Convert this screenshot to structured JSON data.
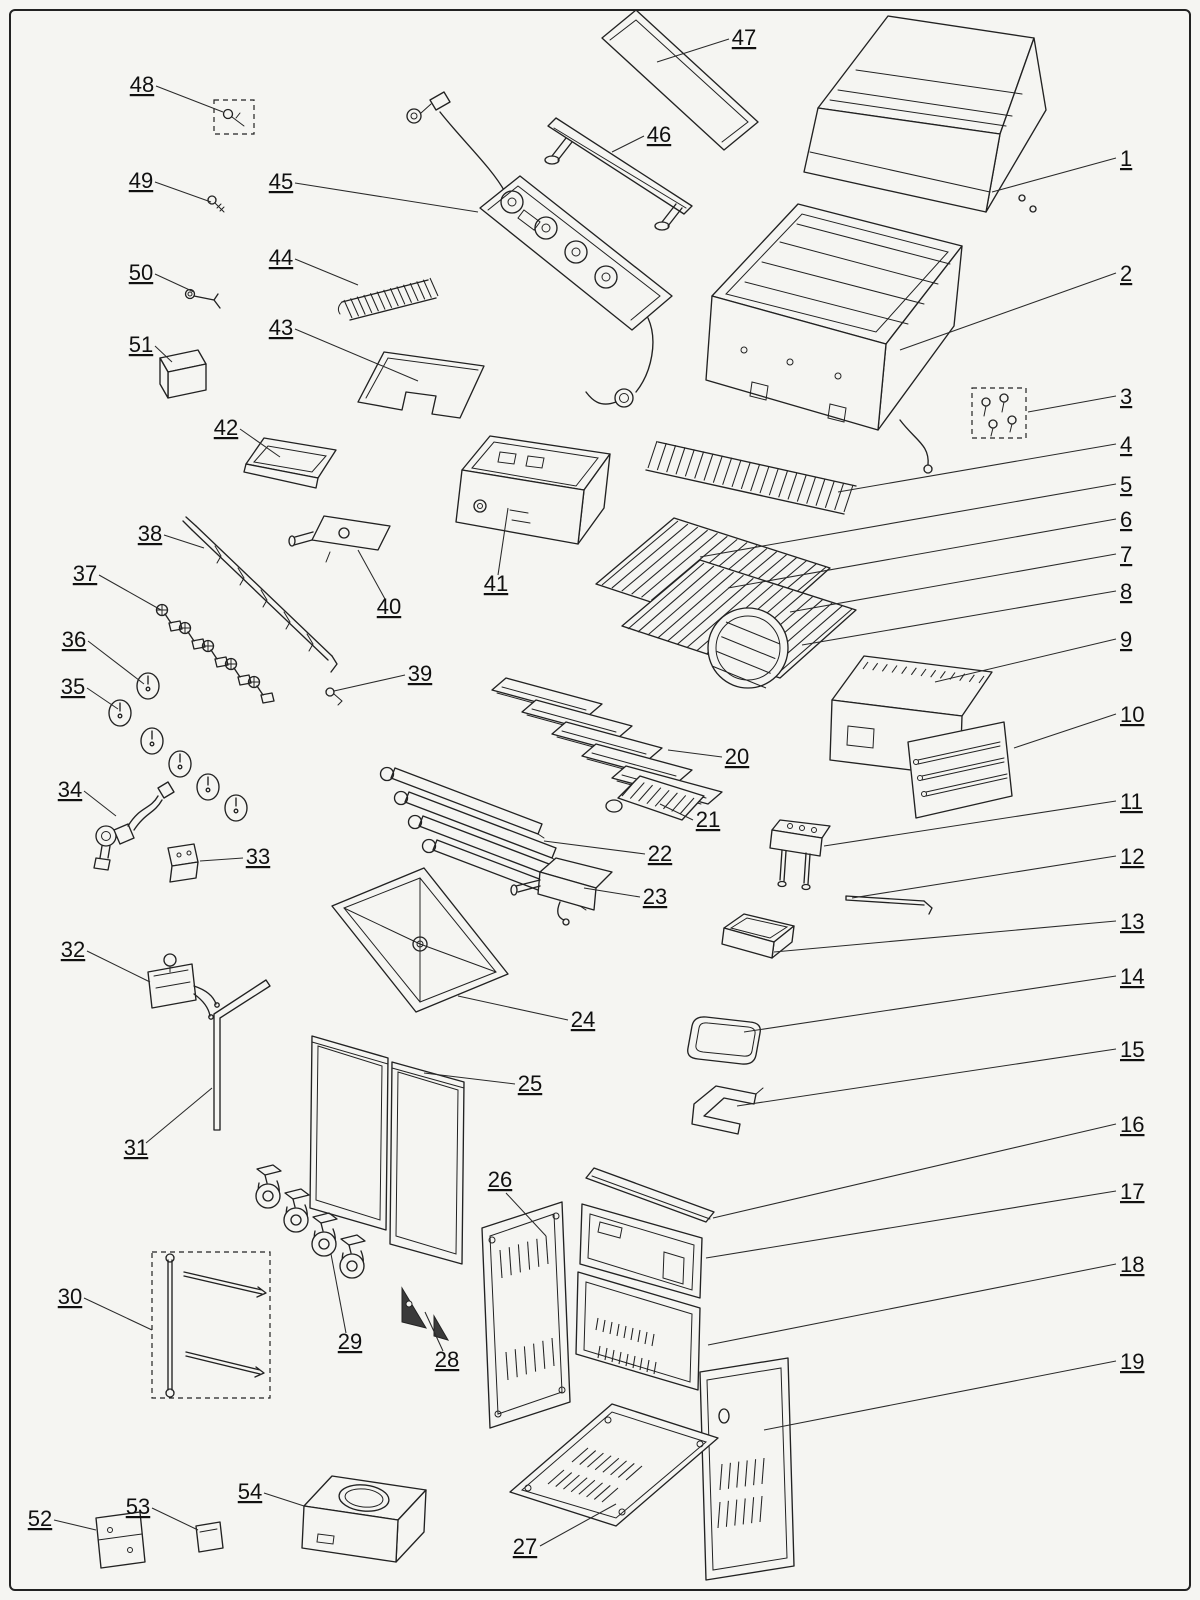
{
  "doc": {
    "kind": "exploded-parts-diagram",
    "subject": "gas grill"
  },
  "style": {
    "ink": "#222222",
    "paper": "#f5f5f2",
    "label_color": "#101010"
  },
  "parts": [
    {
      "num": "1",
      "text": [
        1120,
        166
      ],
      "anchor": "start",
      "line": [
        1116,
        158,
        992,
        192
      ]
    },
    {
      "num": "2",
      "text": [
        1120,
        281
      ],
      "anchor": "start",
      "line": [
        1116,
        273,
        900,
        350
      ]
    },
    {
      "num": "3",
      "text": [
        1120,
        404
      ],
      "anchor": "start",
      "line": [
        1116,
        396,
        1028,
        412
      ]
    },
    {
      "num": "4",
      "text": [
        1120,
        452
      ],
      "anchor": "start",
      "line": [
        1116,
        444,
        838,
        492
      ]
    },
    {
      "num": "5",
      "text": [
        1120,
        492
      ],
      "anchor": "start",
      "line": [
        1116,
        484,
        700,
        557
      ]
    },
    {
      "num": "6",
      "text": [
        1120,
        527
      ],
      "anchor": "start",
      "line": [
        1116,
        519,
        728,
        588
      ]
    },
    {
      "num": "7",
      "text": [
        1120,
        562
      ],
      "anchor": "start",
      "line": [
        1116,
        554,
        790,
        612
      ]
    },
    {
      "num": "8",
      "text": [
        1120,
        599
      ],
      "anchor": "start",
      "line": [
        1116,
        591,
        802,
        645
      ]
    },
    {
      "num": "9",
      "text": [
        1120,
        647
      ],
      "anchor": "start",
      "line": [
        1116,
        639,
        935,
        682
      ]
    },
    {
      "num": "10",
      "text": [
        1120,
        722
      ],
      "anchor": "start",
      "line": [
        1116,
        714,
        1014,
        748
      ]
    },
    {
      "num": "11",
      "text": [
        1120,
        809
      ],
      "anchor": "start",
      "line": [
        1116,
        801,
        824,
        846
      ]
    },
    {
      "num": "12",
      "text": [
        1120,
        864
      ],
      "anchor": "start",
      "line": [
        1116,
        856,
        852,
        898
      ]
    },
    {
      "num": "13",
      "text": [
        1120,
        929
      ],
      "anchor": "start",
      "line": [
        1116,
        921,
        774,
        952
      ]
    },
    {
      "num": "14",
      "text": [
        1120,
        984
      ],
      "anchor": "start",
      "line": [
        1116,
        976,
        744,
        1032
      ]
    },
    {
      "num": "15",
      "text": [
        1120,
        1057
      ],
      "anchor": "start",
      "line": [
        1116,
        1049,
        737,
        1106
      ]
    },
    {
      "num": "16",
      "text": [
        1120,
        1132
      ],
      "anchor": "start",
      "line": [
        1116,
        1124,
        713,
        1218
      ]
    },
    {
      "num": "17",
      "text": [
        1120,
        1199
      ],
      "anchor": "start",
      "line": [
        1116,
        1191,
        706,
        1258
      ]
    },
    {
      "num": "18",
      "text": [
        1120,
        1272
      ],
      "anchor": "start",
      "line": [
        1116,
        1264,
        708,
        1345
      ]
    },
    {
      "num": "19",
      "text": [
        1120,
        1369
      ],
      "anchor": "start",
      "line": [
        1116,
        1361,
        764,
        1430
      ]
    },
    {
      "num": "20",
      "text": [
        737,
        764
      ],
      "anchor": "middle",
      "line": [
        722,
        757,
        668,
        750
      ]
    },
    {
      "num": "21",
      "text": [
        708,
        827
      ],
      "anchor": "middle",
      "line": [
        693,
        820,
        660,
        804
      ]
    },
    {
      "num": "22",
      "text": [
        660,
        861
      ],
      "anchor": "middle",
      "line": [
        645,
        854,
        544,
        841
      ]
    },
    {
      "num": "23",
      "text": [
        655,
        904
      ],
      "anchor": "middle",
      "line": [
        640,
        897,
        584,
        888
      ]
    },
    {
      "num": "24",
      "text": [
        583,
        1027
      ],
      "anchor": "middle",
      "line": [
        568,
        1020,
        458,
        996
      ]
    },
    {
      "num": "25",
      "text": [
        530,
        1091
      ],
      "anchor": "middle",
      "line": [
        515,
        1084,
        424,
        1073
      ]
    },
    {
      "num": "26",
      "text": [
        500,
        1187
      ],
      "anchor": "middle",
      "line": [
        506,
        1193,
        546,
        1236
      ]
    },
    {
      "num": "27",
      "text": [
        525,
        1554
      ],
      "anchor": "middle",
      "line": [
        540,
        1546,
        616,
        1504
      ]
    },
    {
      "num": "28",
      "text": [
        447,
        1367
      ],
      "anchor": "middle",
      "line": [
        443,
        1351,
        425,
        1312
      ]
    },
    {
      "num": "29",
      "text": [
        350,
        1349
      ],
      "anchor": "middle",
      "line": [
        346,
        1333,
        331,
        1254
      ]
    },
    {
      "num": "30",
      "text": [
        70,
        1304
      ],
      "anchor": "middle",
      "line": [
        84,
        1298,
        152,
        1330
      ]
    },
    {
      "num": "31",
      "text": [
        136,
        1155
      ],
      "anchor": "middle",
      "line": [
        146,
        1143,
        212,
        1088
      ]
    },
    {
      "num": "32",
      "text": [
        73,
        957
      ],
      "anchor": "middle",
      "line": [
        87,
        951,
        150,
        982
      ]
    },
    {
      "num": "33",
      "text": [
        258,
        864
      ],
      "anchor": "middle",
      "line": [
        243,
        858,
        200,
        861
      ]
    },
    {
      "num": "34",
      "text": [
        70,
        797
      ],
      "anchor": "middle",
      "line": [
        84,
        791,
        116,
        816
      ]
    },
    {
      "num": "35",
      "text": [
        73,
        694
      ],
      "anchor": "middle",
      "line": [
        87,
        688,
        118,
        709
      ]
    },
    {
      "num": "36",
      "text": [
        74,
        647
      ],
      "anchor": "middle",
      "line": [
        88,
        641,
        144,
        684
      ]
    },
    {
      "num": "37",
      "text": [
        85,
        581
      ],
      "anchor": "middle",
      "line": [
        99,
        575,
        161,
        610
      ]
    },
    {
      "num": "38",
      "text": [
        150,
        541
      ],
      "anchor": "middle",
      "line": [
        164,
        535,
        204,
        548
      ]
    },
    {
      "num": "39",
      "text": [
        420,
        681
      ],
      "anchor": "middle",
      "line": [
        405,
        675,
        334,
        691
      ]
    },
    {
      "num": "40",
      "text": [
        389,
        614
      ],
      "anchor": "middle",
      "line": [
        385,
        599,
        358,
        550
      ]
    },
    {
      "num": "41",
      "text": [
        496,
        591
      ],
      "anchor": "middle",
      "line": [
        498,
        575,
        508,
        508
      ]
    },
    {
      "num": "42",
      "text": [
        226,
        435
      ],
      "anchor": "middle",
      "line": [
        240,
        429,
        280,
        457
      ]
    },
    {
      "num": "43",
      "text": [
        281,
        335
      ],
      "anchor": "middle",
      "line": [
        295,
        329,
        418,
        381
      ]
    },
    {
      "num": "44",
      "text": [
        281,
        265
      ],
      "anchor": "middle",
      "line": [
        295,
        259,
        358,
        285
      ]
    },
    {
      "num": "45",
      "text": [
        281,
        189
      ],
      "anchor": "middle",
      "line": [
        295,
        183,
        478,
        212
      ]
    },
    {
      "num": "46",
      "text": [
        659,
        142
      ],
      "anchor": "middle",
      "line": [
        644,
        136,
        612,
        152
      ]
    },
    {
      "num": "47",
      "text": [
        744,
        45
      ],
      "anchor": "middle",
      "line": [
        729,
        39,
        657,
        62
      ]
    },
    {
      "num": "48",
      "text": [
        142,
        92
      ],
      "anchor": "middle",
      "line": [
        156,
        86,
        223,
        112
      ]
    },
    {
      "num": "49",
      "text": [
        141,
        188
      ],
      "anchor": "middle",
      "line": [
        155,
        182,
        211,
        202
      ]
    },
    {
      "num": "50",
      "text": [
        141,
        280
      ],
      "anchor": "middle",
      "line": [
        155,
        274,
        194,
        292
      ]
    },
    {
      "num": "51",
      "text": [
        141,
        352
      ],
      "anchor": "middle",
      "line": [
        155,
        346,
        172,
        362
      ]
    },
    {
      "num": "52",
      "text": [
        40,
        1526
      ],
      "anchor": "middle",
      "line": [
        54,
        1520,
        96,
        1530
      ]
    },
    {
      "num": "53",
      "text": [
        138,
        1514
      ],
      "anchor": "middle",
      "line": [
        152,
        1508,
        198,
        1530
      ]
    },
    {
      "num": "54",
      "text": [
        250,
        1499
      ],
      "anchor": "middle",
      "line": [
        264,
        1493,
        304,
        1506
      ]
    }
  ]
}
